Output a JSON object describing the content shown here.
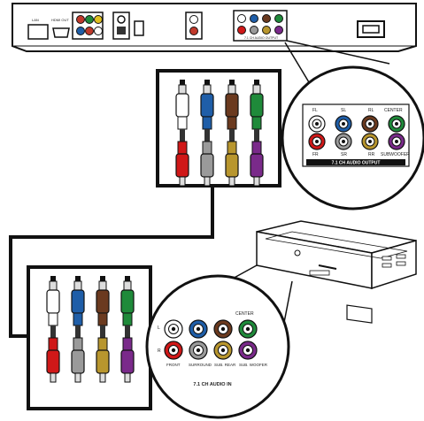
{
  "player": {
    "top_labels": [
      "LAN",
      "HDMI OUT",
      "",
      "",
      "",
      "",
      "",
      "",
      "",
      ""
    ],
    "io_label": "7.1 CH AUDIO OUTPUT"
  },
  "output_zoom": {
    "top_labels": [
      "FL",
      "SL",
      "RL",
      "CENTER"
    ],
    "bottom_labels": [
      "FR",
      "SR",
      "RR",
      "SUBWOOFER"
    ],
    "title": "7.1 CH AUDIO OUTPUT",
    "jack_colors_top": [
      "#ffffff",
      "#1f5ea8",
      "#6b3a1f",
      "#1f8a3a"
    ],
    "jack_colors_bottom": [
      "#d01818",
      "#9a9a9a",
      "#b8962e",
      "#7a2a8a"
    ]
  },
  "input_zoom": {
    "row_labels": [
      "L",
      "R"
    ],
    "top_labels": [
      "",
      "",
      "",
      "CENTER"
    ],
    "bottom_labels": [
      "FRONT",
      "SURROUND",
      "SUB. REAR",
      "SUB. WOOFER"
    ],
    "title": "7.1 CH AUDIO IN",
    "jack_colors_top": [
      "#ffffff",
      "#1f5ea8",
      "#6b3a1f",
      "#1f8a3a"
    ],
    "jack_colors_bottom": [
      "#d01818",
      "#9a9a9a",
      "#b8962e",
      "#7a2a8a"
    ]
  },
  "cable_colors": [
    "#ffffff",
    "#1f5ea8",
    "#6b3a1f",
    "#1f8a3a"
  ],
  "cable_colors_bottom": [
    "#d01818",
    "#9a9a9a",
    "#b8962e",
    "#7a2a8a"
  ]
}
